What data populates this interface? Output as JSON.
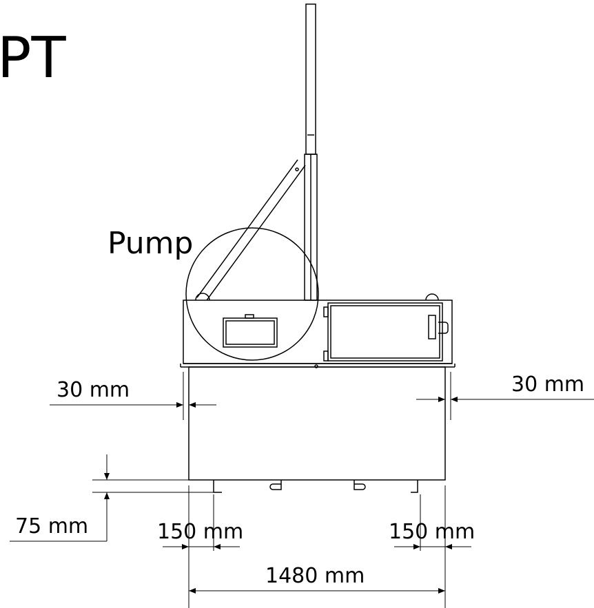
{
  "title": "PT",
  "callout": "Pump",
  "dimensions": {
    "left_clearance": "30 mm",
    "right_clearance": "30 mm",
    "foot_height": "75 mm",
    "left_foot_width": "150 mm",
    "right_foot_width": "150 mm",
    "overall_width": "1480 mm"
  }
}
